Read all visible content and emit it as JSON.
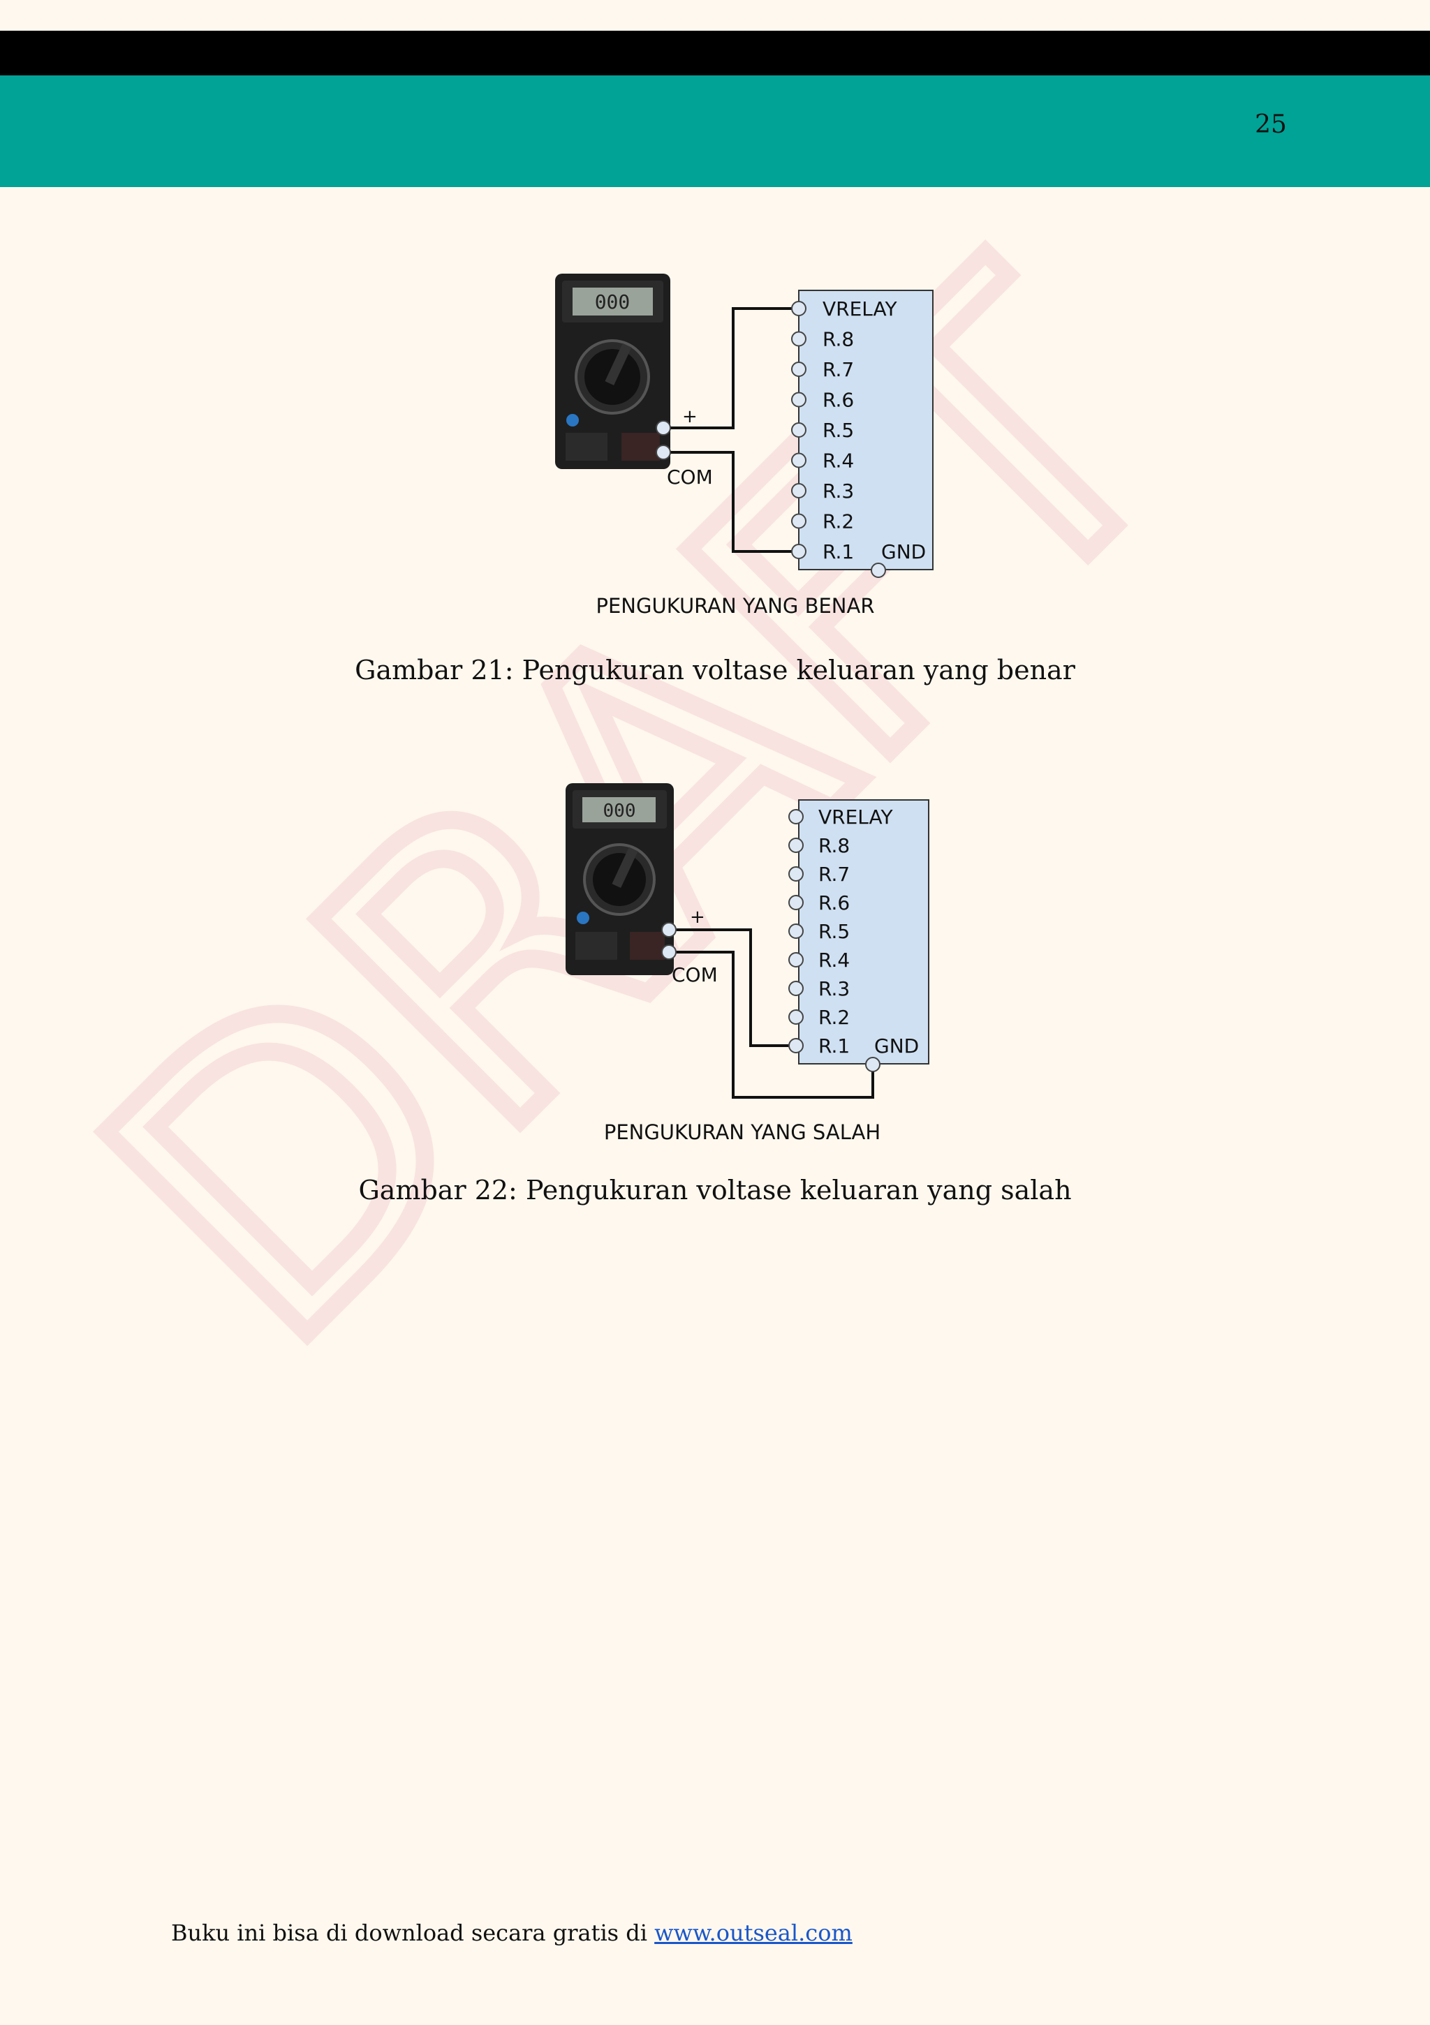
{
  "header": {
    "page_number": "25"
  },
  "watermark": {
    "text": "DRAFT",
    "color": "#f7d8d8"
  },
  "colors": {
    "header": "#00a396",
    "topbar": "#000000",
    "relay_box": "#cfe0f2",
    "link": "#1a56c9"
  },
  "figures": [
    {
      "terminals": [
        "VRELAY",
        "R.8",
        "R.7",
        "R.6",
        "R.5",
        "R.4",
        "R.3",
        "R.2",
        "R.1"
      ],
      "gnd_label": "GND",
      "plus_label": "+",
      "com_label": "COM",
      "diagram_title": "PENGUKURAN YANG BENAR",
      "caption": "Gambar 21: Pengukuran voltase keluaran yang benar"
    },
    {
      "terminals": [
        "VRELAY",
        "R.8",
        "R.7",
        "R.6",
        "R.5",
        "R.4",
        "R.3",
        "R.2",
        "R.1"
      ],
      "gnd_label": "GND",
      "plus_label": "+",
      "com_label": "COM",
      "diagram_title": "PENGUKURAN YANG SALAH",
      "caption": "Gambar 22: Pengukuran voltase keluaran yang salah"
    }
  ],
  "footer": {
    "text": "Buku ini bisa di download secara gratis di ",
    "link_text": "www.outseal.com"
  }
}
